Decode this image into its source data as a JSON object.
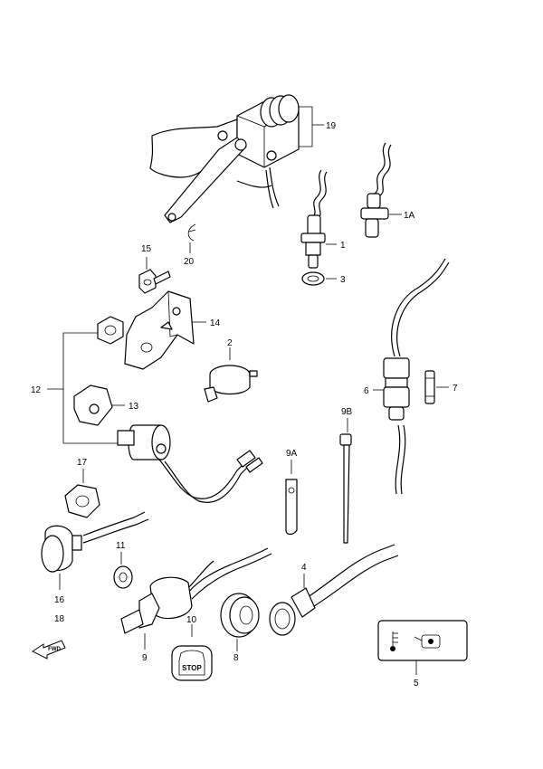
{
  "diagram": {
    "callouts": {
      "c19": "19",
      "c1A": "1A",
      "c1": "1",
      "c3": "3",
      "c15": "15",
      "c20": "20",
      "c14": "14",
      "c2": "2",
      "c12": "12",
      "c13": "13",
      "c6": "6",
      "c7": "7",
      "c9B": "9B",
      "c9A": "9A",
      "c17": "17",
      "c11": "11",
      "c16": "16",
      "c18": "18",
      "c4": "4",
      "c10": "10",
      "c9": "9",
      "c8": "8",
      "c5": "5"
    },
    "stop_switch_text": "STOP",
    "fwd_text": "FWD"
  },
  "icons": {
    "temperature": "thermometer-icon",
    "oil": "oil-can-icon"
  }
}
